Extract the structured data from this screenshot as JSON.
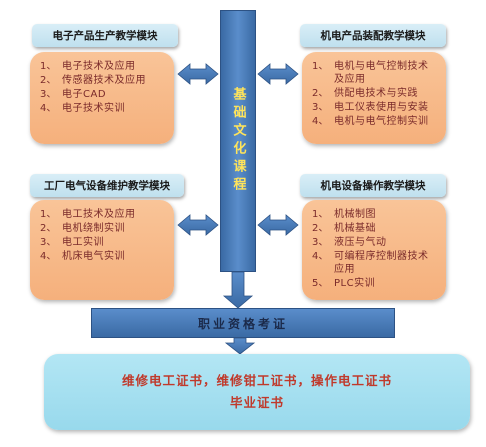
{
  "core": {
    "label": "基础文化课程"
  },
  "modules": {
    "top_left": {
      "title": "电子产品生产教学模块",
      "items": [
        {
          "num": "1、",
          "text": "电子技术及应用"
        },
        {
          "num": "2、",
          "text": "传感器技术及应用"
        },
        {
          "num": "3、",
          "text": "电子CAD"
        },
        {
          "num": "4、",
          "text": "电子技术实训"
        }
      ]
    },
    "top_right": {
      "title": "机电产品装配教学模块",
      "items": [
        {
          "num": "1、",
          "text": "电机与电气控制技术及应用"
        },
        {
          "num": "2、",
          "text": "供配电技术与实践"
        },
        {
          "num": "3、",
          "text": "电工仪表使用与安装"
        },
        {
          "num": "4、",
          "text": "电机与电气控制实训"
        }
      ]
    },
    "bottom_left": {
      "title": "工厂电气设备维护教学模块",
      "items": [
        {
          "num": "1、",
          "text": "电工技术及应用"
        },
        {
          "num": "2、",
          "text": "电机绕制实训"
        },
        {
          "num": "3、",
          "text": "电工实训"
        },
        {
          "num": "4、",
          "text": "机床电气实训"
        }
      ]
    },
    "bottom_right": {
      "title": "机电设备操作教学模块",
      "items": [
        {
          "num": "1、",
          "text": "机械制图"
        },
        {
          "num": "2、",
          "text": "机械基础"
        },
        {
          "num": "3、",
          "text": "液压与气动"
        },
        {
          "num": "4、",
          "text": "可编程序控制器技术应用"
        },
        {
          "num": "5、",
          "text": "PLC实训"
        }
      ]
    }
  },
  "certification": {
    "label": "职业资格考证"
  },
  "result": {
    "line1": "维修电工证书，维修钳工证书，操作电工证书",
    "line2": "毕业证书"
  },
  "colors": {
    "core_blue": "#4a7ab8",
    "core_text": "#ffe45a",
    "module_orange": "#f7b888",
    "title_blue": "#cde8f3",
    "result_cyan": "#a6e0f0",
    "result_text": "#c0392b",
    "item_text": "#7a2a2a"
  }
}
